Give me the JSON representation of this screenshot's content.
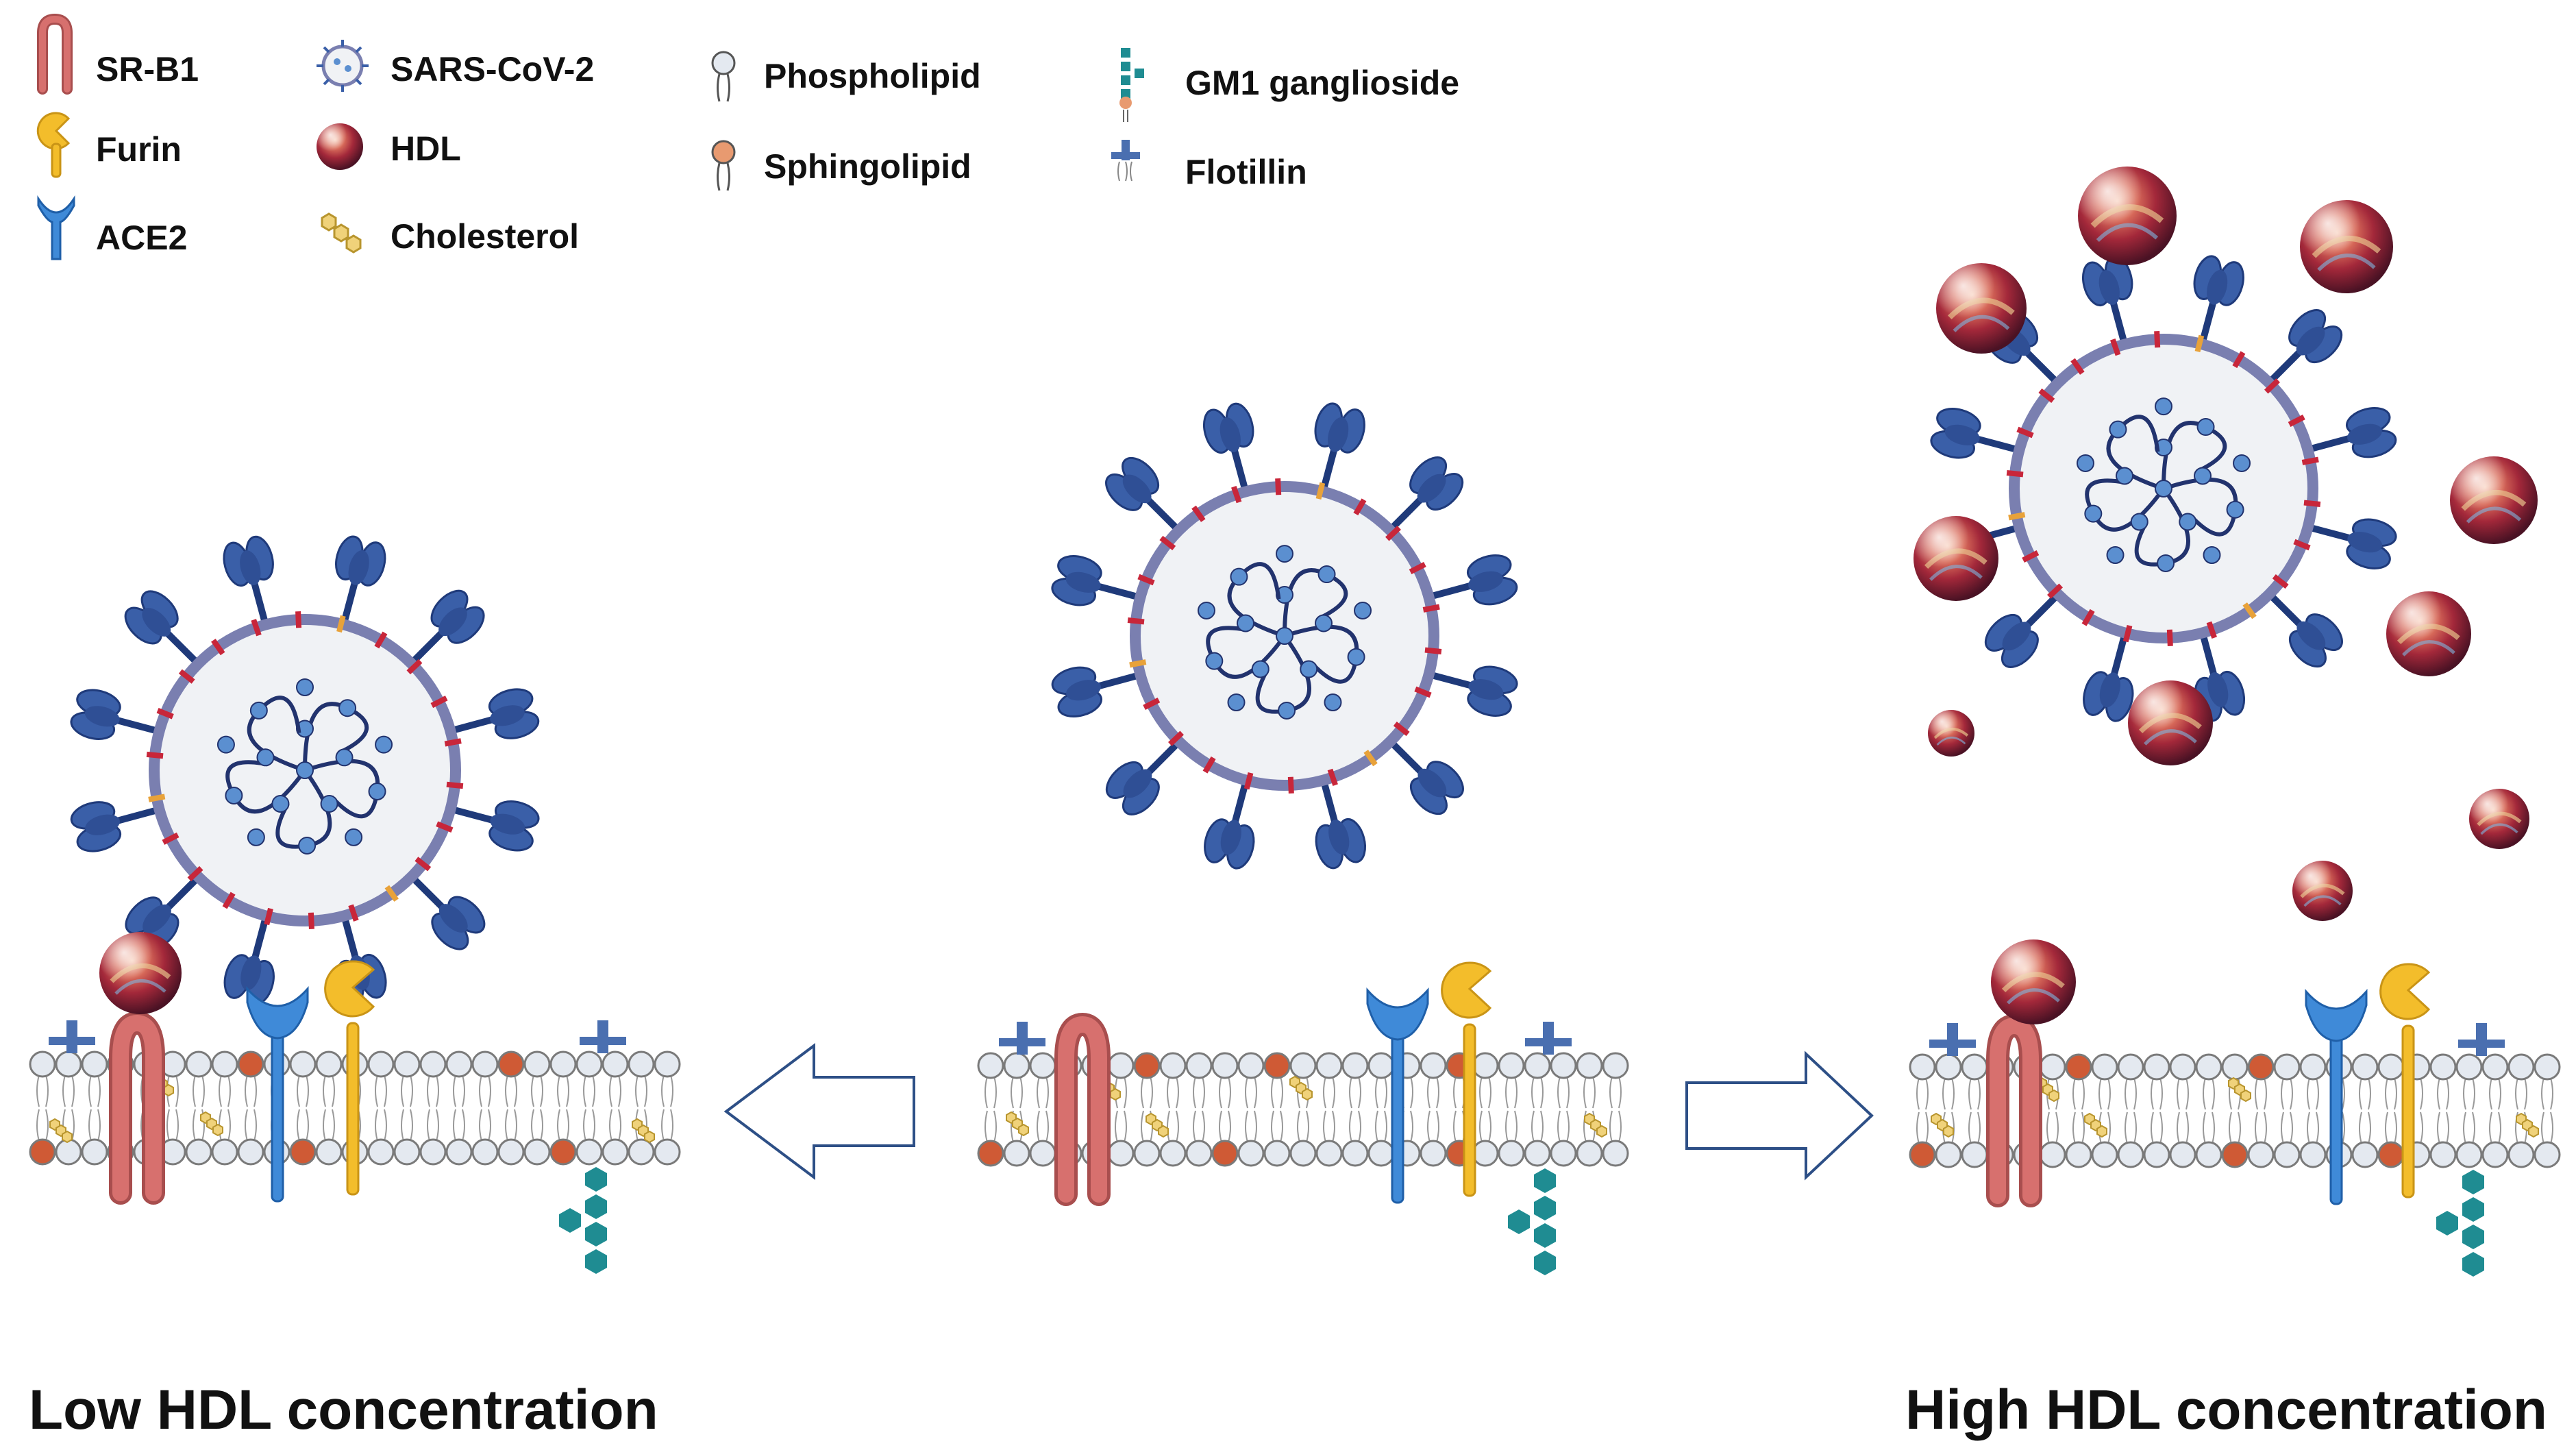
{
  "legend": {
    "items": [
      {
        "key": "srb1",
        "label": "SR-B1"
      },
      {
        "key": "furin",
        "label": "Furin"
      },
      {
        "key": "ace2",
        "label": "ACE2"
      },
      {
        "key": "sarscov2",
        "label": "SARS-CoV-2"
      },
      {
        "key": "hdl",
        "label": "HDL"
      },
      {
        "key": "cholesterol",
        "label": "Cholesterol"
      },
      {
        "key": "phospholipid",
        "label": "Phospholipid"
      },
      {
        "key": "sphingolipid",
        "label": "Sphingolipid"
      },
      {
        "key": "gm1",
        "label": "GM1 ganglioside"
      },
      {
        "key": "flotillin",
        "label": "Flotillin"
      }
    ]
  },
  "captions": {
    "left": "Low HDL concentration",
    "right": "High HDL concentration"
  },
  "colors": {
    "spike": "#3a5fa8",
    "spike_dark": "#1f3a7a",
    "envelope": "#7a7fb0",
    "virus_inner": "#f0f2f5",
    "rna": "#22336e",
    "rna_bead": "#5b8fd0",
    "membrane_protein": "#c8263a",
    "srb1": "#d7706e",
    "furin": "#f3bd2b",
    "ace2": "#3f8ad8",
    "phospholipid_head": "#e4e9f0",
    "sphingolipid_head": "#cf5a35",
    "cholesterol": "#f0d27a",
    "gm1": "#1f8c92",
    "flotillin": "#4a6fb0",
    "hdl_red": "#b7323a",
    "arrow_outline": "#2d4f86"
  }
}
